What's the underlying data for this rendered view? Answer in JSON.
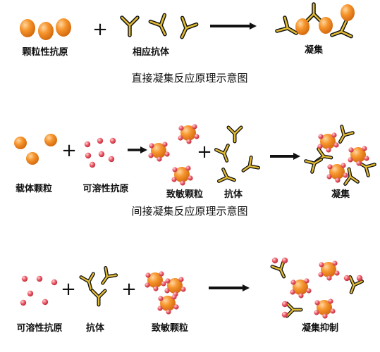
{
  "direct": {
    "label_particle_antigen": "颗粒性抗原",
    "label_antibody": "相应抗体",
    "label_result": "凝集",
    "caption": "直接凝集反应原理示意图"
  },
  "indirect": {
    "label_carrier": "载体颗粒",
    "label_soluble_antigen": "可溶性抗原",
    "label_sensitized": "致敏颗粒",
    "label_antibody": "抗体",
    "label_result": "凝集",
    "caption": "间接凝集反应原理示意图"
  },
  "inhibition": {
    "label_soluble_antigen": "可溶性抗原",
    "label_antibody": "抗体",
    "label_sensitized": "致敏颗粒",
    "label_result": "凝集抑制"
  },
  "symbols": {
    "plus": "+"
  },
  "colors": {
    "particle": "#f5922a",
    "antigen": "#e8505e",
    "antibody": "#d8b230",
    "outline": "#111111"
  }
}
